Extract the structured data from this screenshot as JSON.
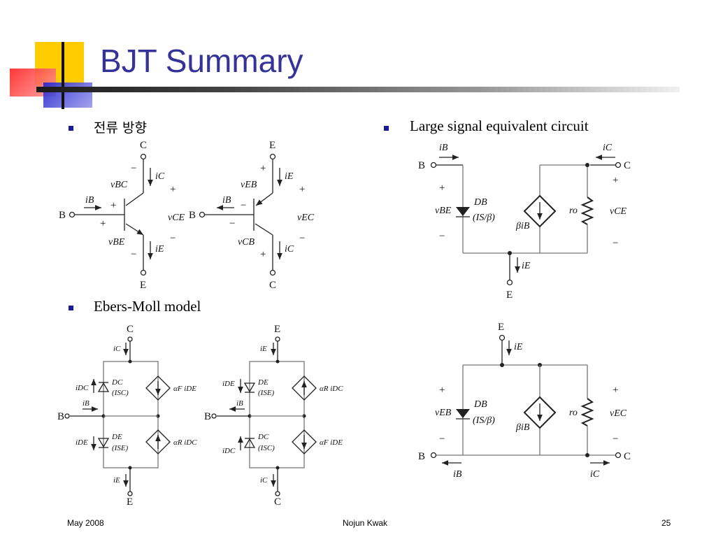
{
  "slide": {
    "title": "BJT Summary",
    "bullets": [
      {
        "text": "전류 방향"
      },
      {
        "text": "Ebers-Moll model"
      },
      {
        "text": "Large signal equivalent circuit"
      }
    ]
  },
  "footer": {
    "left": "May 2008",
    "center": "Nojun Kwak",
    "right": "25"
  },
  "colors": {
    "title": "#333399",
    "bullet": "#1a1a99",
    "logo_yellow": "#ffcc00",
    "logo_red": "#ff3333",
    "logo_blue": "#3333cc"
  },
  "labels": {
    "B": "B",
    "C": "C",
    "E": "E",
    "plus": "+",
    "minus": "−",
    "iC": "iC",
    "iE": "iE",
    "iB": "iB",
    "vBC": "vBC",
    "vCE": "vCE",
    "vBE": "vBE",
    "vEB": "vEB",
    "vEC": "vEC",
    "vCB": "vCB",
    "DC": "DC",
    "DE": "DE",
    "DB": "DB",
    "ISC": "(ISC)",
    "ISE": "(ISE)",
    "IS_beta": "(IS/β)",
    "iDC": "iDC",
    "iDE": "iDE",
    "aF_iDE": "αF iDE",
    "aR_iDC": "αR iDC",
    "beta_iB": "βiB",
    "ro": "ro"
  }
}
